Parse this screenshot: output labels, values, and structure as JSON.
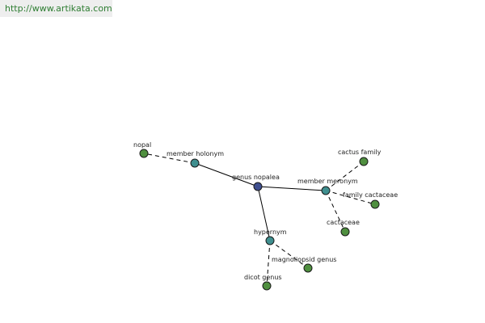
{
  "header": {
    "url": "http://www.artikata.com",
    "url_color": "#2e7d32"
  },
  "graph": {
    "center": {
      "label": "genus nopalea",
      "color": "#3f4f8f"
    },
    "relations": [
      {
        "label": "member holonym",
        "color": "#3f8f8f"
      },
      {
        "label": "member meronym",
        "color": "#3f8f8f"
      },
      {
        "label": "hypernym",
        "color": "#3f8f8f"
      }
    ],
    "leaves": [
      {
        "label": "nopal",
        "relation": "member holonym",
        "color": "#4f8f3f"
      },
      {
        "label": "cactus family",
        "relation": "member meronym",
        "color": "#4f8f3f"
      },
      {
        "label": "family cactaceae",
        "relation": "member meronym",
        "color": "#4f8f3f"
      },
      {
        "label": "cactaceae",
        "relation": "member meronym",
        "color": "#4f8f3f"
      },
      {
        "label": "magnoliopsid genus",
        "relation": "hypernym",
        "color": "#4f8f3f"
      },
      {
        "label": "dicot genus",
        "relation": "hypernym",
        "color": "#4f8f3f"
      }
    ]
  }
}
